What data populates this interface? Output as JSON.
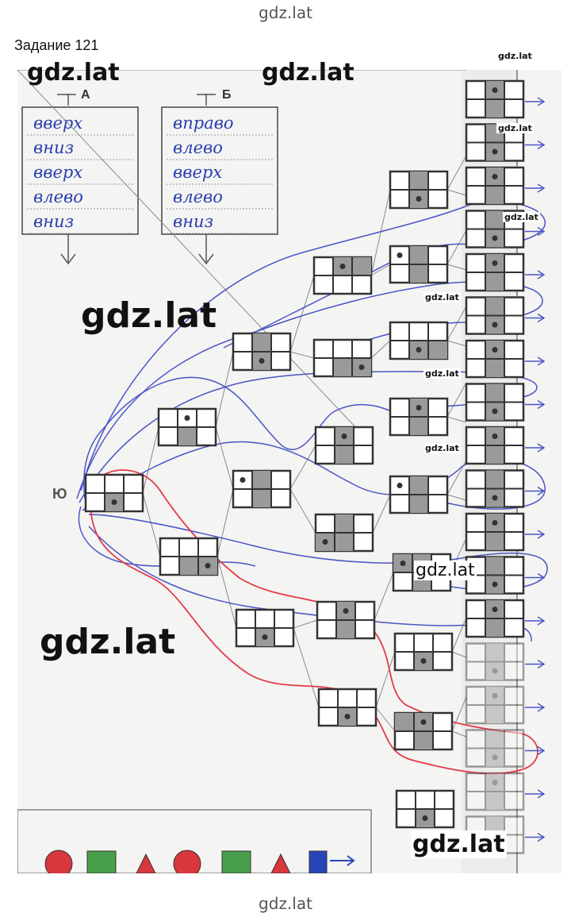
{
  "header": {
    "watermark": "gdz.lat"
  },
  "task": {
    "title": "Задание 121"
  },
  "column_a": {
    "label": "А",
    "words": [
      "вверх",
      "вниз",
      "вверх",
      "влево",
      "вниз"
    ]
  },
  "column_b": {
    "label": "Б",
    "words": [
      "вправо",
      "влево",
      "вверх",
      "влево",
      "вниз"
    ]
  },
  "root_label": "Ю",
  "watermarks": {
    "w1": "gdz.lat",
    "w2": "gdz.lat",
    "w3": "gdz.lat",
    "w4": "gdz.lat",
    "w5": "gdz.lat",
    "w6": "gdz.lat",
    "w7": "gdz.lat",
    "w8": "gdz.lat",
    "w9": "gdz.lat",
    "w10": "gdz.lat",
    "w11": "gdz.lat",
    "w12": "gdz.lat"
  },
  "footer": {
    "watermark": "gdz.lat"
  },
  "colors": {
    "pen_blue": "#4a55c8",
    "pen_red": "#e23a4a",
    "box_dark": "#333333",
    "shade": "#9a9a9a"
  }
}
